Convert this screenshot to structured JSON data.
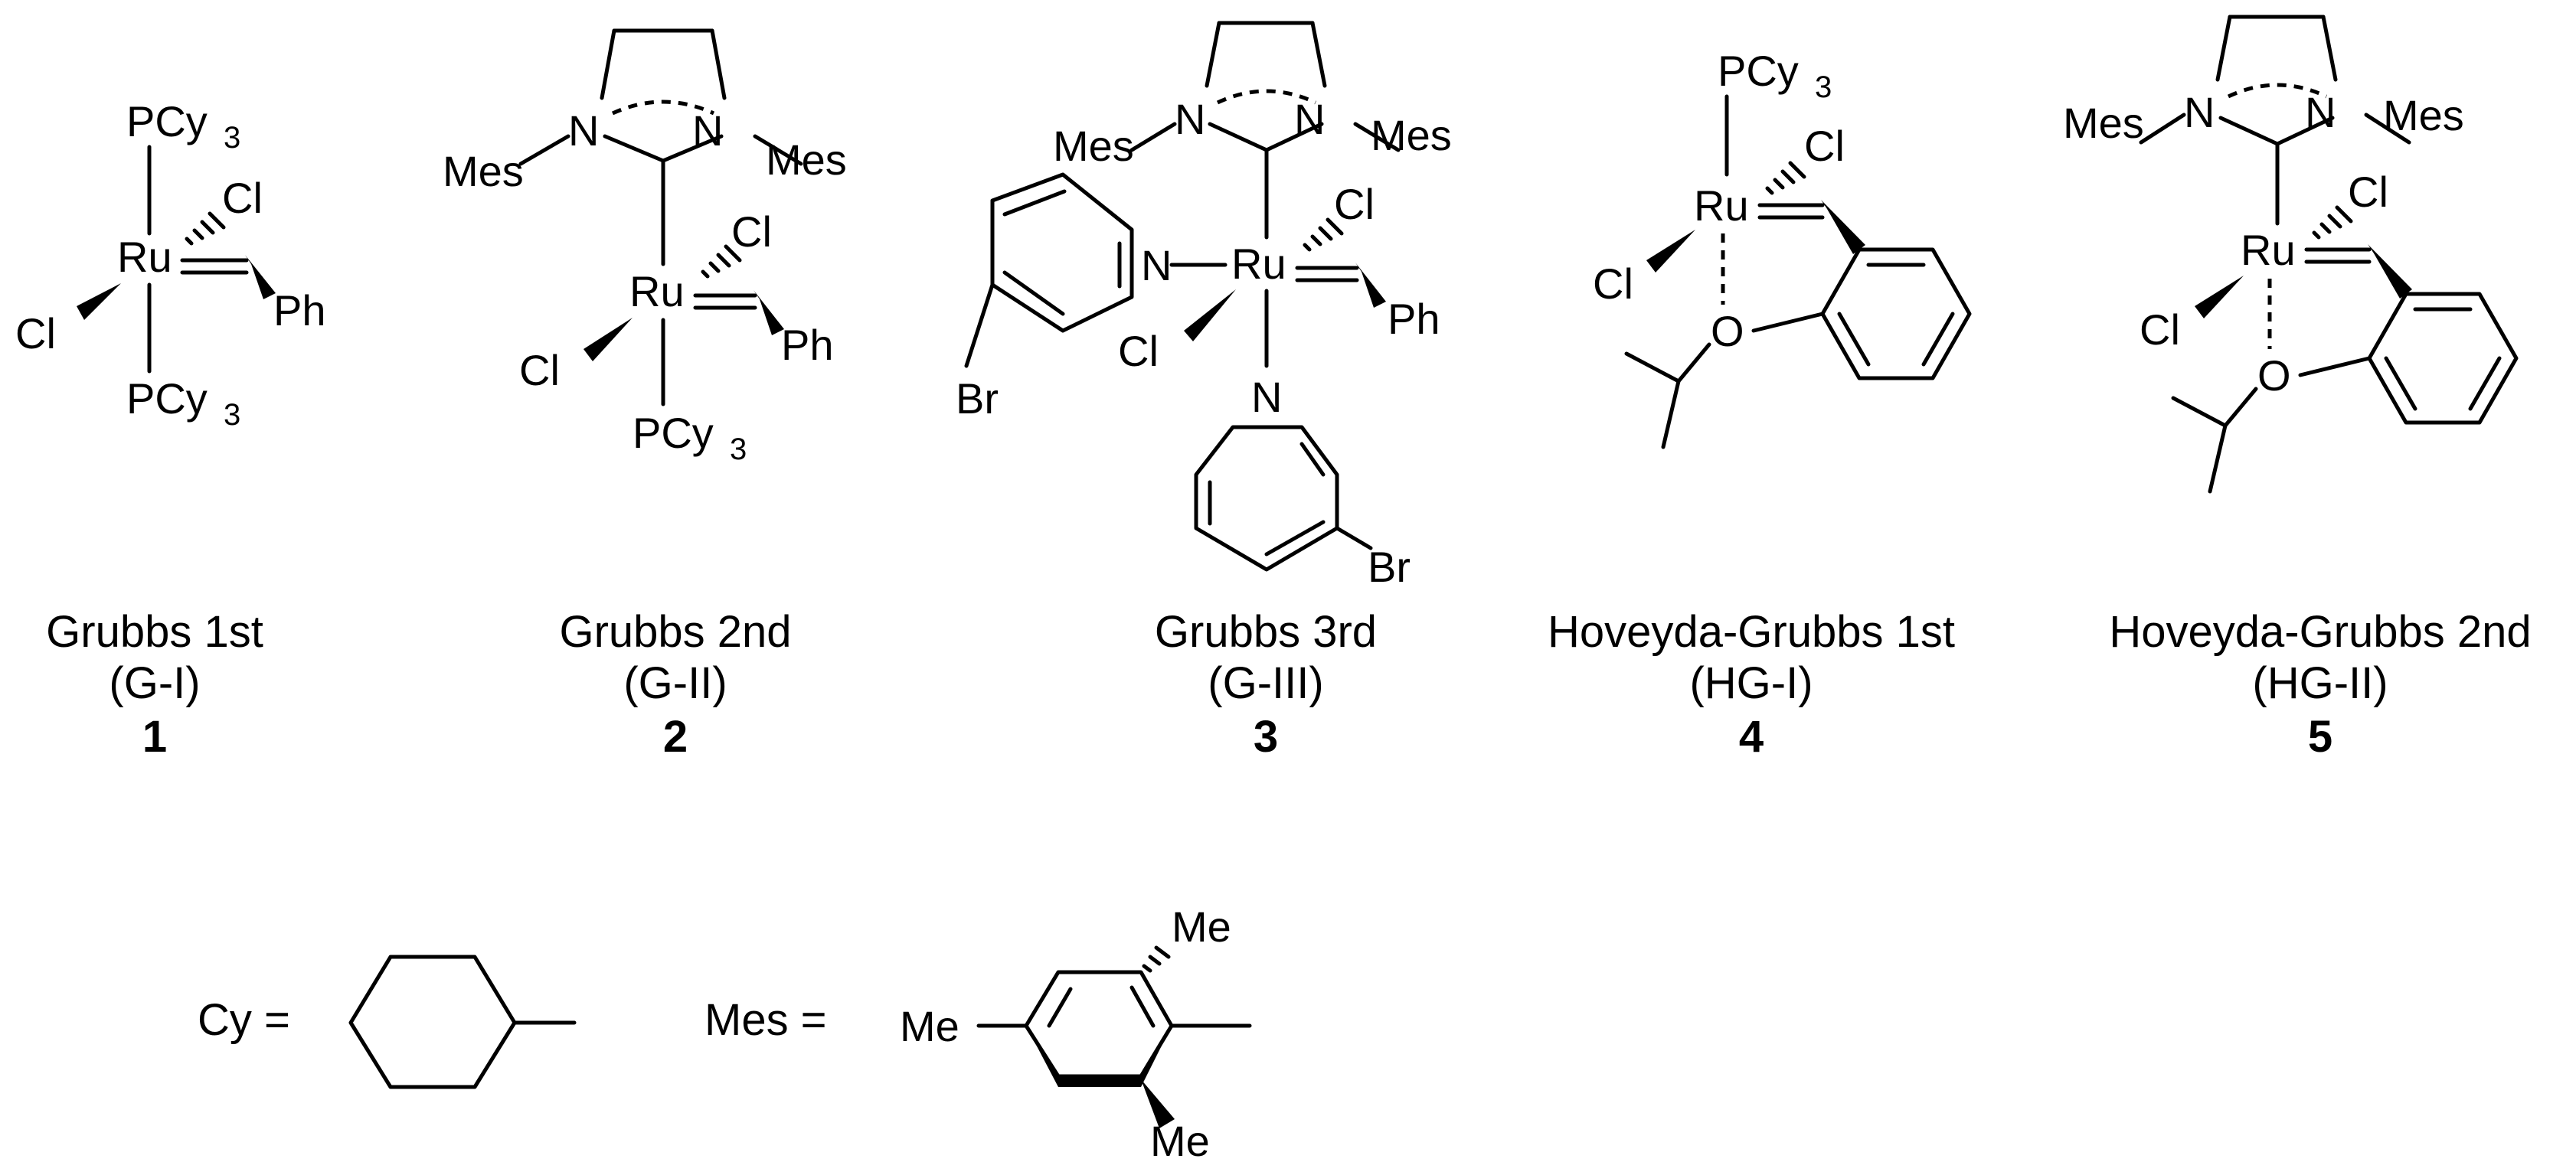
{
  "compounds": [
    {
      "name": "Grubbs 1st",
      "abbr": "(G-I)",
      "number": "1"
    },
    {
      "name": "Grubbs 2nd",
      "abbr": "(G-II)",
      "number": "2"
    },
    {
      "name": "Grubbs 3rd",
      "abbr": "(G-III)",
      "number": "3"
    },
    {
      "name": "Hoveyda-Grubbs 1st",
      "abbr": "(HG-I)",
      "number": "4"
    },
    {
      "name": "Hoveyda-Grubbs 2nd",
      "abbr": "(HG-II)",
      "number": "5"
    }
  ],
  "atoms": {
    "Ru": "Ru",
    "Cl": "Cl",
    "Ph": "Ph",
    "P": "PCy",
    "three": "3",
    "N": "N",
    "Mes": "Mes",
    "Br": "Br",
    "O": "O",
    "Me": "Me"
  },
  "legend": {
    "cy_label": "Cy =",
    "mes_label": "Mes ="
  }
}
